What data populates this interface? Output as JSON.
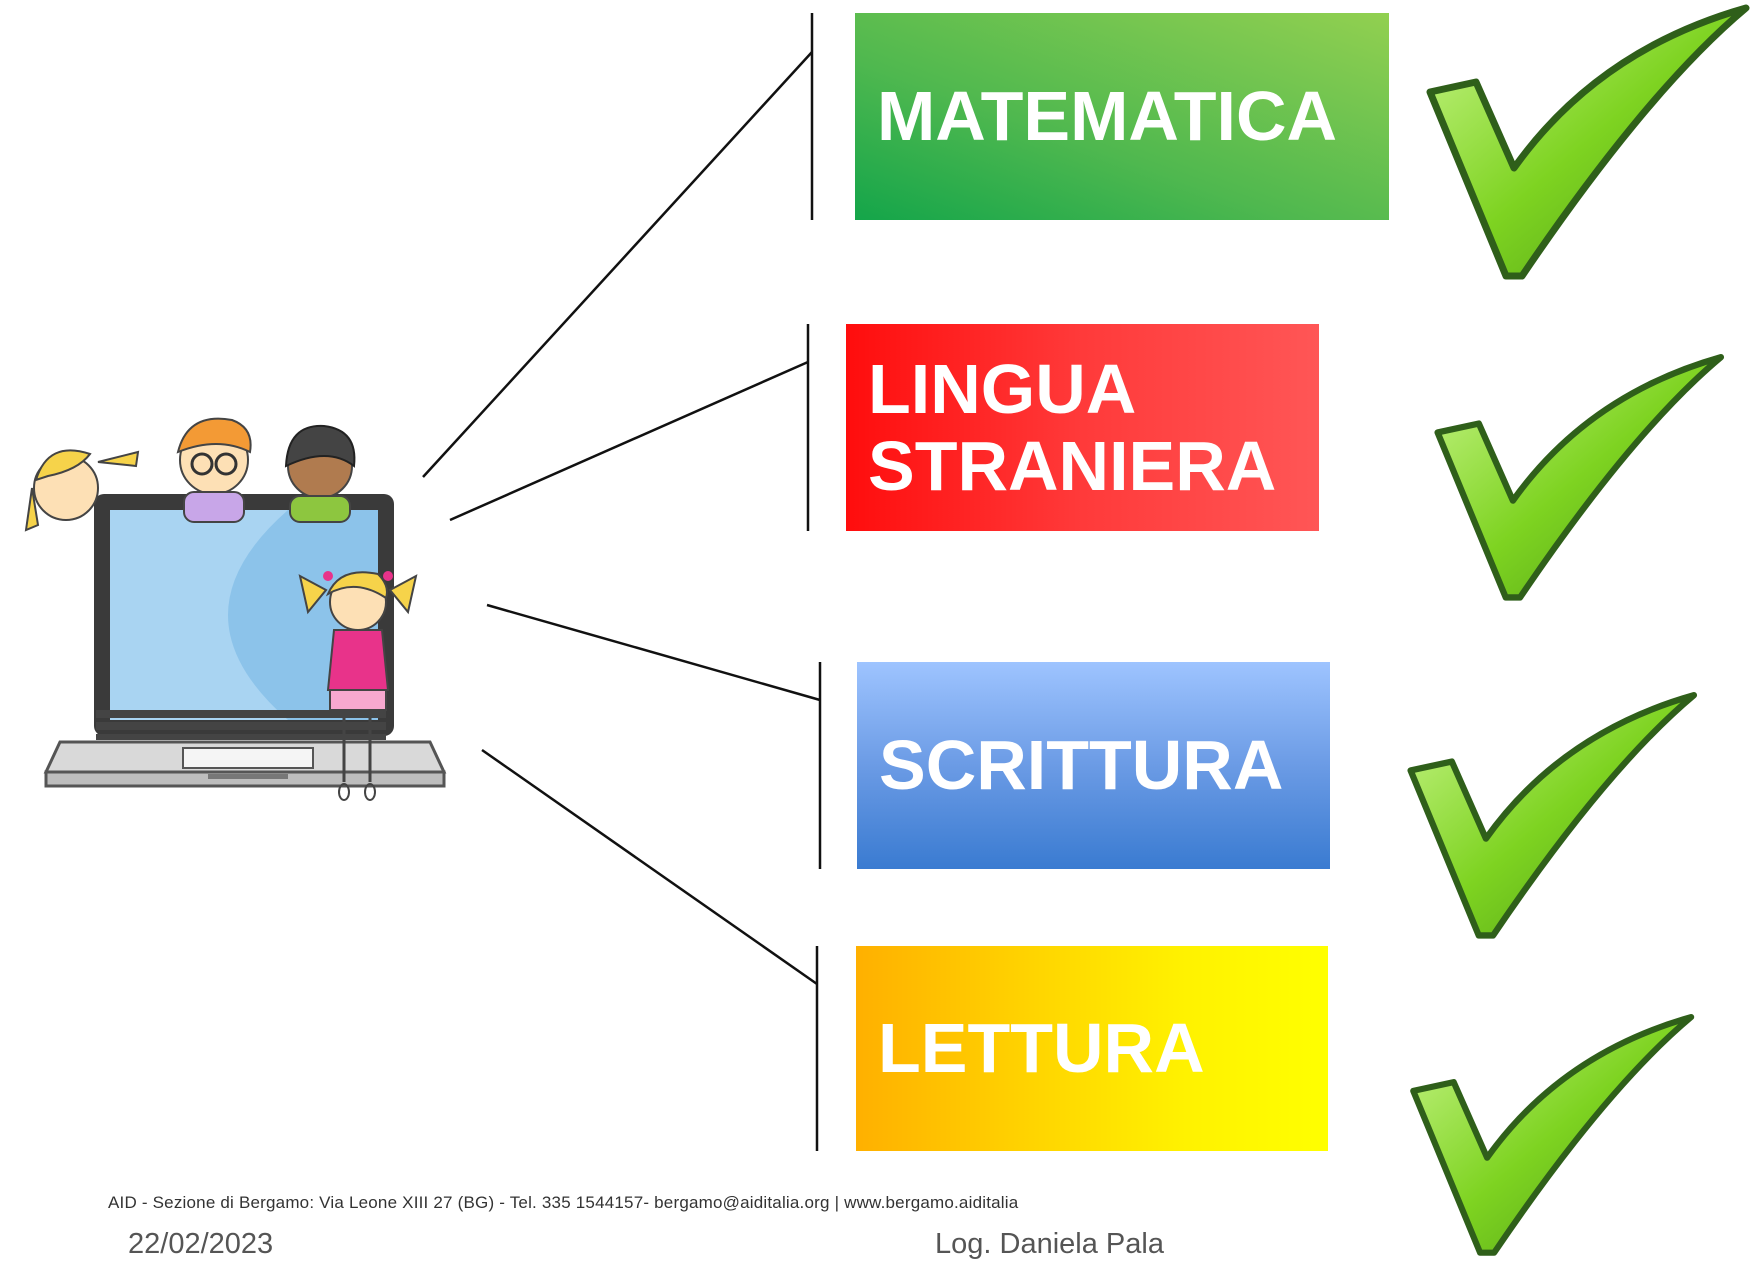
{
  "subjects": [
    {
      "label_lines": [
        "MATEMATICA"
      ]
    },
    {
      "label_lines": [
        "LINGUA",
        "STRANIERA"
      ]
    },
    {
      "label_lines": [
        "SCRITTURA"
      ]
    },
    {
      "label_lines": [
        "LETTURA"
      ]
    }
  ],
  "colors": {
    "math": "#4fb84f",
    "language": "#ff1f1f",
    "writing": "#5b8fdc",
    "reading": "#ffe000",
    "check": "#7ed321"
  },
  "icons": {
    "illustration": "children-with-laptop-illustration",
    "check": "check-mark-icon"
  },
  "footer": {
    "info": "AID - Sezione di Bergamo:  Via Leone XIII 27 (BG) - Tel. 335 1544157-  bergamo@aiditalia.org | www.bergamo.aiditalia",
    "date": "22/02/2023",
    "author": "Log. Daniela Pala"
  }
}
